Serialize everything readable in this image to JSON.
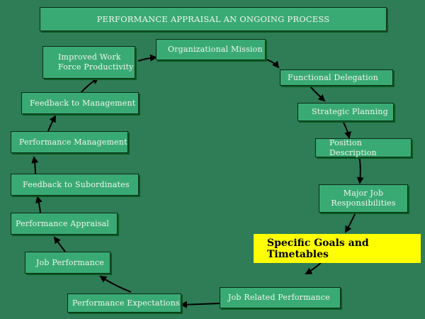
{
  "title": "PERFORMANCE APPRAISAL AN ONGOING PROCESS",
  "steps": [
    {
      "label": "Organizational Mission"
    },
    {
      "label": "Functional Delegation"
    },
    {
      "label": "Strategic Planning"
    },
    {
      "label": "Position Description"
    },
    {
      "label": "Major Job\nResponsibilities"
    },
    {
      "label": "Specific Goals and Timetables",
      "highlight": true,
      "highlight_color": "#ffff00"
    },
    {
      "label": "Job Related Performance"
    },
    {
      "label": "Performance  Expectations"
    },
    {
      "label": "Job Performance"
    },
    {
      "label": "Performance Appraisal"
    },
    {
      "label": "Feedback to Subordinates"
    },
    {
      "label": "Performance Management"
    },
    {
      "label": "Feedback to Management"
    },
    {
      "label": "Improved Work\n   Force Productivity"
    }
  ],
  "colors": {
    "background": "#2e7d57",
    "box": "#3aaa74",
    "highlight": "#ffff00"
  }
}
